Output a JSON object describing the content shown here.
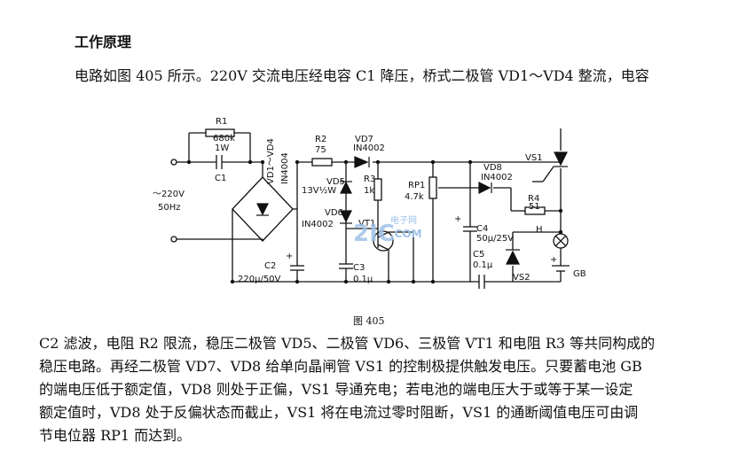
{
  "heading": "工作原理",
  "intro": "电路如图 405 所示。220V 交流电压经电容 C1 降压，桥式二极管 VD1～VD4 整流，电容",
  "figure": {
    "caption": "图 405",
    "labels": {
      "r1": "R1",
      "r1_val1": "680k",
      "r1_val2": "1W",
      "c1": "C1",
      "ac_volt": "～220V",
      "ac_freq": "50Hz",
      "bridge_a": "VD1～VD4",
      "bridge_b": "IN4004",
      "r2": "R2",
      "r2_val": "75",
      "vd7": "VD7",
      "vd7_val": "IN4002",
      "vd5": "VD5",
      "vd5_val": "13V½W",
      "r3": "R3",
      "r3_val": "1k",
      "rp1": "RP1",
      "rp1_val": "4.7k",
      "vd6": "VD6",
      "vd6_val": "IN4002",
      "vt1": "VT1",
      "c2": "C2",
      "c2_val": "220μ/50V",
      "c3": "C3",
      "c3_val": "0.1μ",
      "vd8": "VD8",
      "vd8_val": "IN4002",
      "vs1": "VS1",
      "r4": "R4",
      "r4_val": "51",
      "c4": "C4",
      "c4_val": "50μ/25V",
      "h": "H",
      "c5": "C5",
      "c5_val": "0.1μ",
      "vs2": "VS2",
      "gb": "GB",
      "plus": "+"
    },
    "watermark": {
      "top": "电子网",
      "logo": "2IC",
      "sub": ".COM"
    }
  },
  "body": {
    "line1": "C2 滤波，电阻 R2 限流，稳压二极管 VD5、二极管 VD6、三极管 VT1 和电阻 R3 等共同构成的",
    "line2": "稳压电路。再经二极管 VD7、VD8 给单向晶闸管 VS1 的控制极提供触发电压。只要蓄电池 GB",
    "line3": "的端电压低于额定值，VD8 则处于正偏，VS1 导通充电；若电池的端电压大于或等于某一设定",
    "line4": "额定值时，VD8 处于反偏状态而截止，VS1 将在电流过零时阻断，VS1 的通断阈值电压可由调",
    "line5": "节电位器 RP1 而达到。"
  }
}
